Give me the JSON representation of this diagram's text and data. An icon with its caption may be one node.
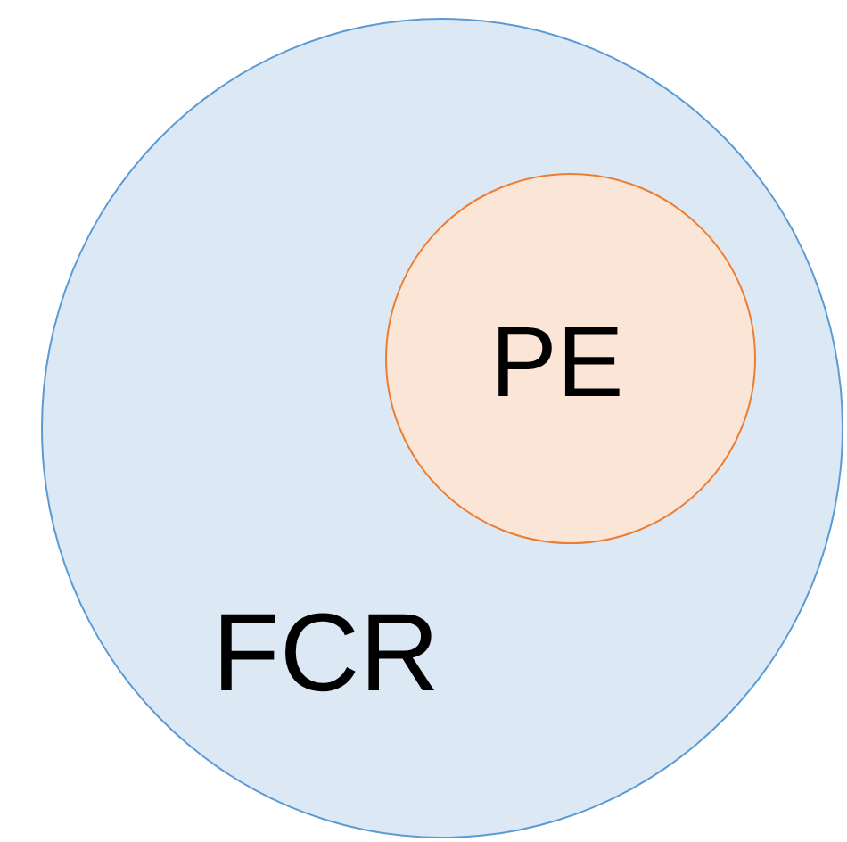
{
  "diagram": {
    "nodes": [
      {
        "text": [
          "FCR"
        ]
      },
      {
        "text": [
          "PE"
        ],
        "in": 0
      }
    ]
  }
}
